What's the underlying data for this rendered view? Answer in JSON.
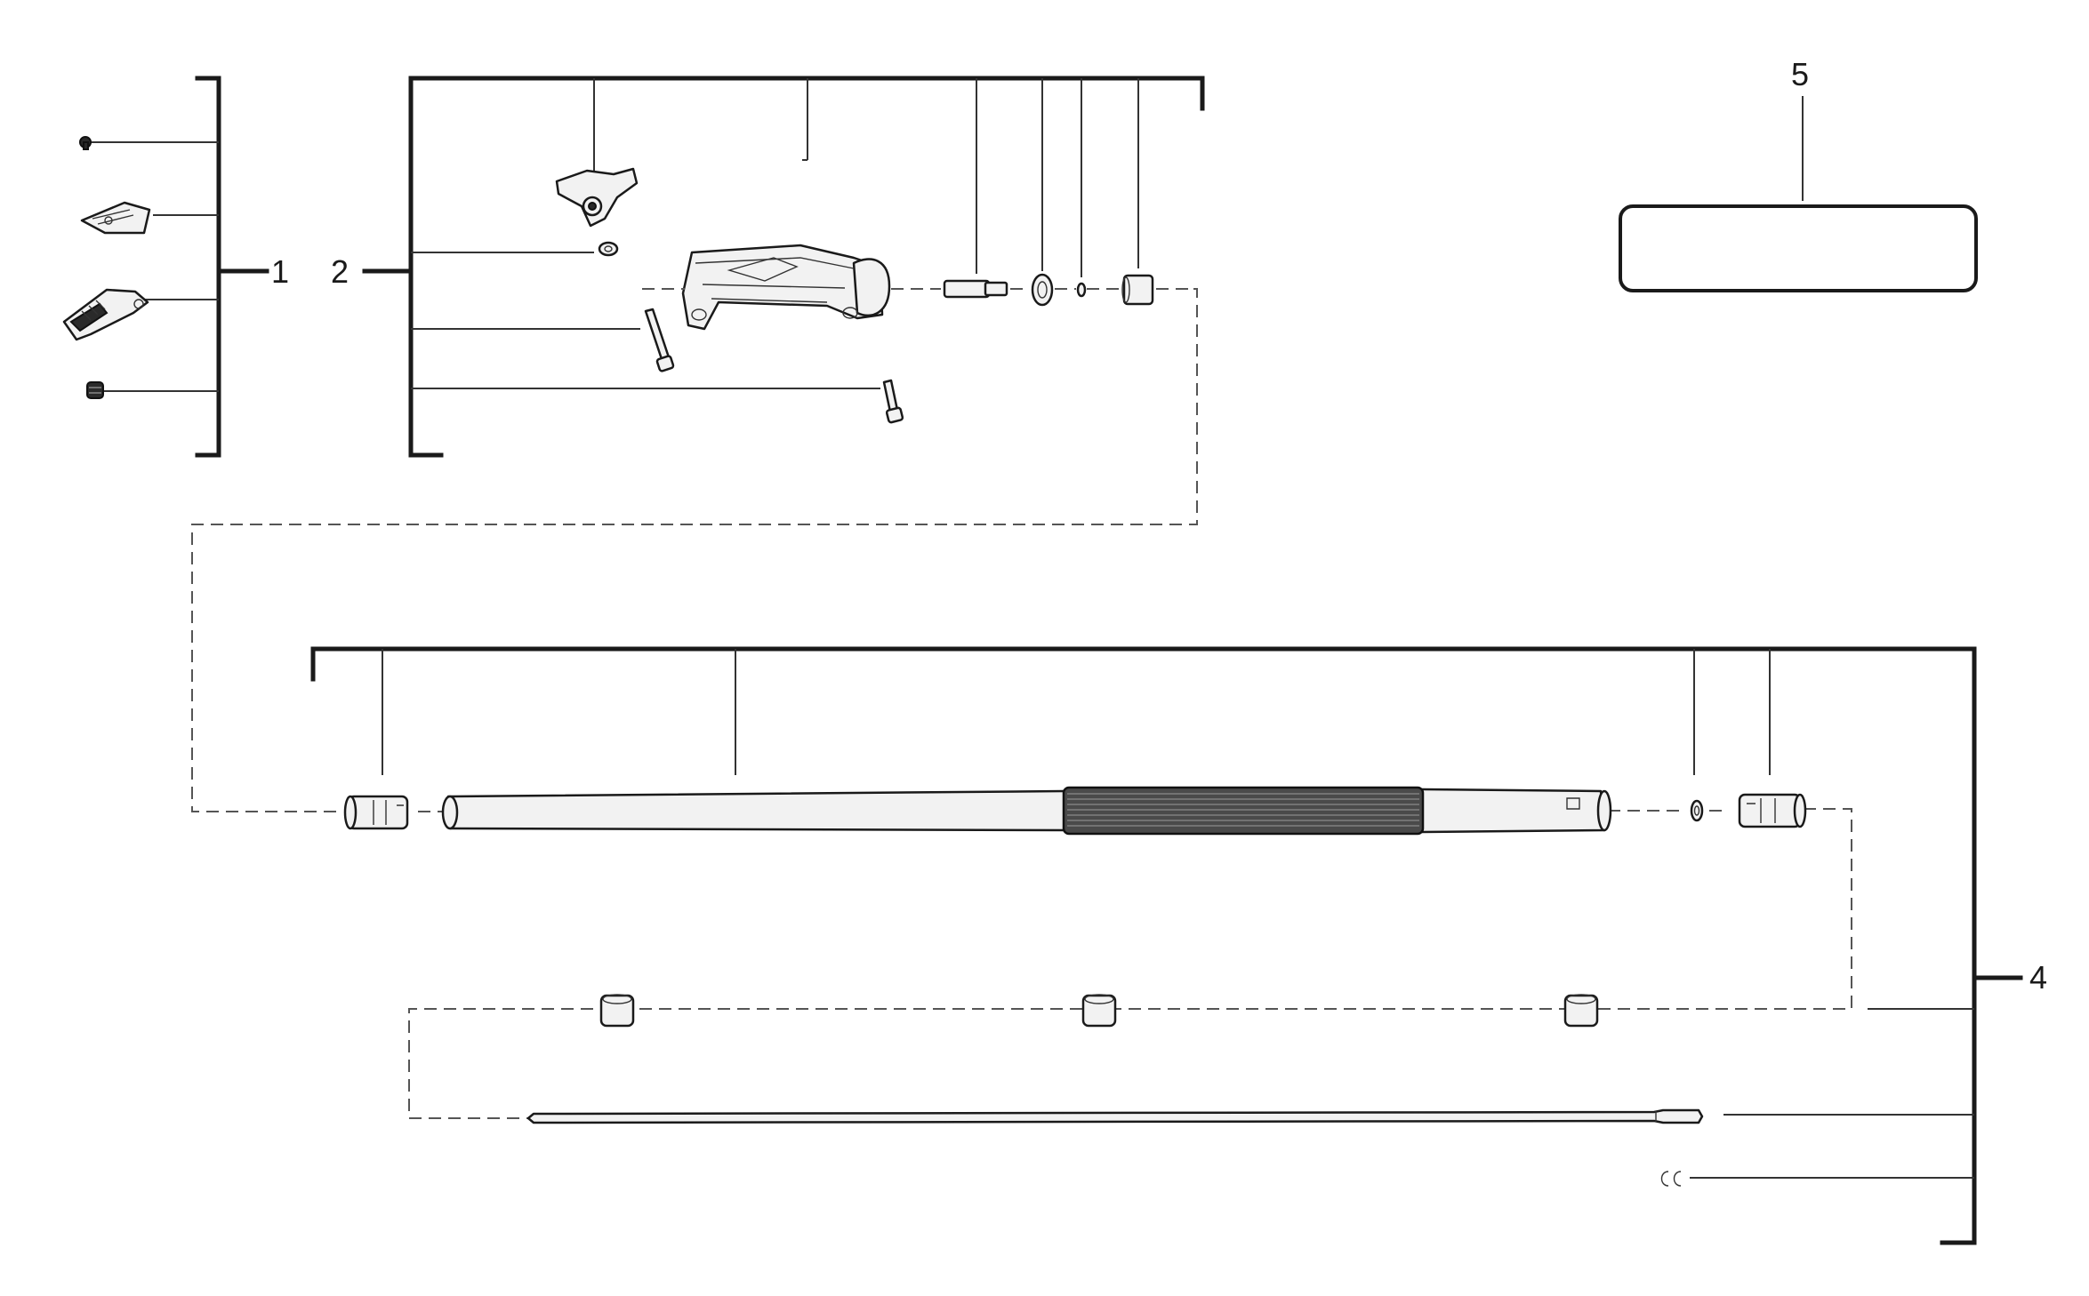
{
  "diagram": {
    "groups": [
      {
        "id": "group-1",
        "label": "1"
      },
      {
        "id": "group-2",
        "label": "2"
      },
      {
        "id": "group-4",
        "label": "4"
      },
      {
        "id": "group-5",
        "label": "5"
      }
    ],
    "colors": {
      "line": "#1a1a1a",
      "part_fill": "#f2f2f2",
      "background": "#ffffff"
    }
  }
}
